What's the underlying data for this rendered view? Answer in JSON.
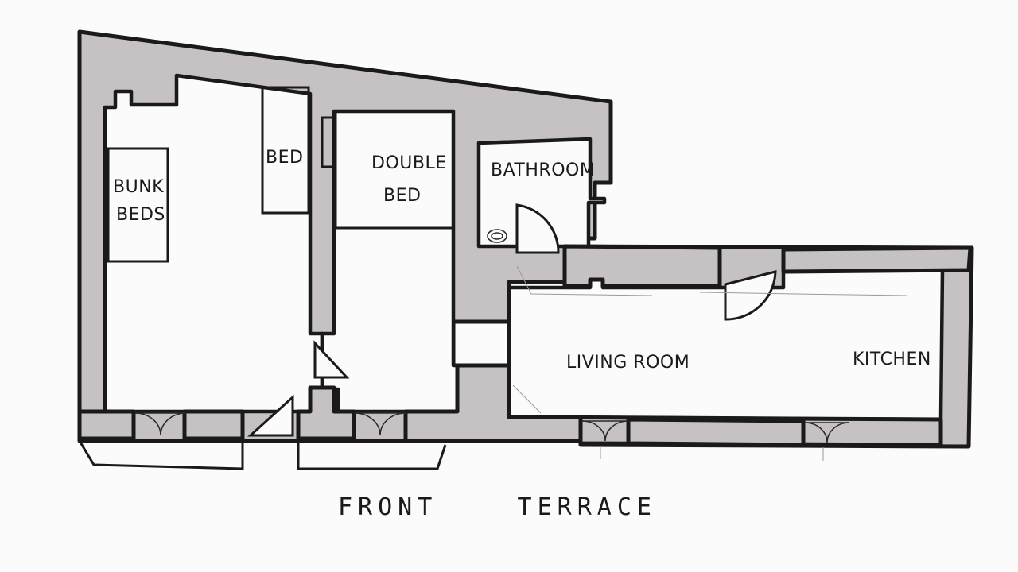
{
  "rooms": {
    "bunk_beds_line1": "BUNK",
    "bunk_beds_line2": "BEDS",
    "bed": "BED",
    "double_bed_line1": "DOUBLE",
    "double_bed_line2": "BED",
    "bathroom": "BATHROOM",
    "living_room": "LIVING ROOM",
    "kitchen": "KITCHEN"
  },
  "outside": {
    "front_terrace": "FRONT    TERRACE"
  },
  "colors": {
    "wall_fill": "#c6c2c4",
    "ink": "#1a1a1a",
    "paper": "#fbfbfb"
  }
}
